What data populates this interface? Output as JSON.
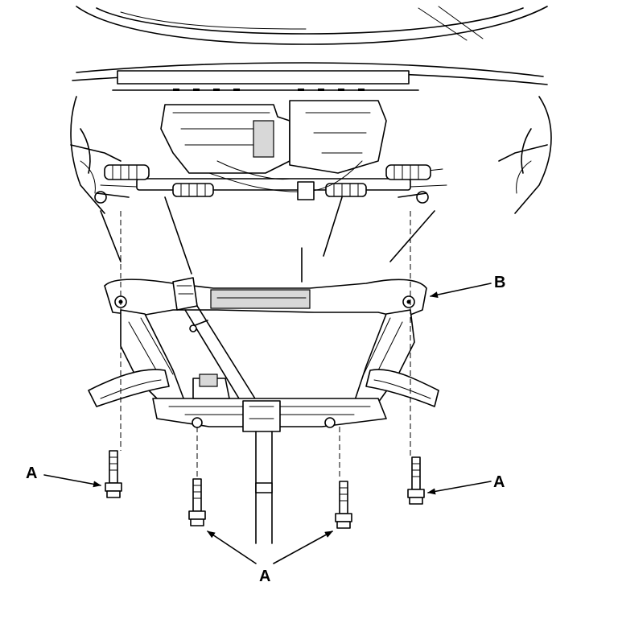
{
  "diagram": {
    "callouts": {
      "a_left": "A",
      "a_right": "A",
      "a_bottom": "A",
      "b": "B"
    }
  },
  "colors": {
    "line": "#000000",
    "background": "#ffffff"
  }
}
